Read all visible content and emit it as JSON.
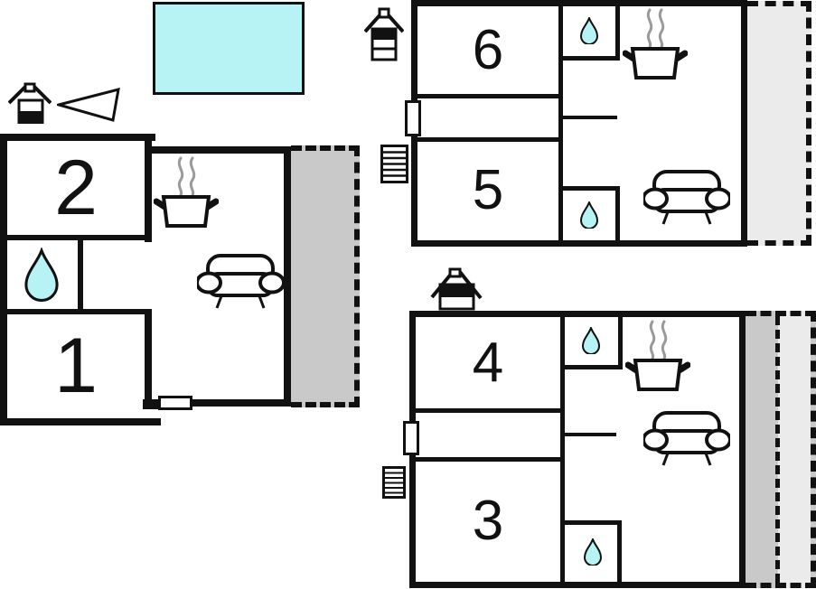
{
  "title": "apartment-floor-plan",
  "rooms": [
    {
      "id": "room-1",
      "label": "1"
    },
    {
      "id": "room-2",
      "label": "2"
    },
    {
      "id": "room-3",
      "label": "3"
    },
    {
      "id": "room-4",
      "label": "4"
    },
    {
      "id": "room-5",
      "label": "5"
    },
    {
      "id": "room-6",
      "label": "6"
    }
  ],
  "icons": {
    "pool": "pool-rect",
    "chimney_house": "house-chimney-icon",
    "direction_triangle": "triangle-pointer-icon",
    "stairs": "stairs-icon",
    "water_drop": "water-drop-icon",
    "cooking_pot": "cooking-pot-icon",
    "sofa": "sofa-icon",
    "door": "door-marker"
  },
  "colors": {
    "wall": "#111111",
    "water": "#b7f3f5",
    "terrace-dark": "#c9c9c9",
    "terrace-light": "#ebebeb",
    "steam": "#9a9a9a",
    "paper": "#ffffff"
  }
}
